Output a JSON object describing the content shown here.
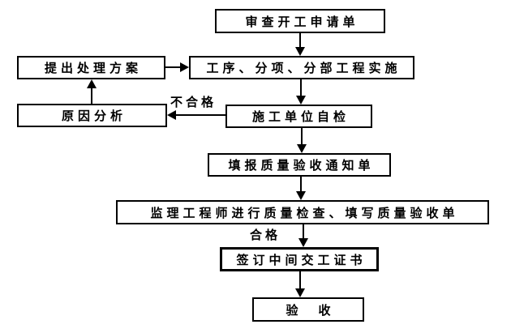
{
  "diagram": {
    "type": "flowchart",
    "nodes": {
      "review": {
        "label": "审查开工申请单"
      },
      "propose": {
        "label": "提出处理方案"
      },
      "implement": {
        "label": "工序、分项、分部工程实施"
      },
      "cause": {
        "label": "原因分析"
      },
      "selfcheck": {
        "label": "施工单位自检"
      },
      "notify": {
        "label": "填报质量验收通知单"
      },
      "supervisor": {
        "label": "监理工程师进行质量检查、填写质量验收单"
      },
      "certificate": {
        "label": "签订中间交工证书"
      },
      "acceptance": {
        "label": "验　收"
      }
    },
    "edge_labels": {
      "fail": "不合格",
      "pass": "合格"
    },
    "edges": [
      {
        "from": "review",
        "to": "implement",
        "label": ""
      },
      {
        "from": "propose",
        "to": "implement",
        "label": ""
      },
      {
        "from": "cause",
        "to": "propose",
        "label": ""
      },
      {
        "from": "implement",
        "to": "selfcheck",
        "label": ""
      },
      {
        "from": "selfcheck",
        "to": "cause",
        "label": "不合格"
      },
      {
        "from": "selfcheck",
        "to": "notify",
        "label": ""
      },
      {
        "from": "notify",
        "to": "supervisor",
        "label": ""
      },
      {
        "from": "supervisor",
        "to": "certificate",
        "label": "合格"
      },
      {
        "from": "certificate",
        "to": "acceptance",
        "label": ""
      }
    ],
    "colors": {
      "line": "#000000",
      "background": "#ffffff",
      "node_fill": "#ffffff",
      "text": "#000000"
    }
  }
}
